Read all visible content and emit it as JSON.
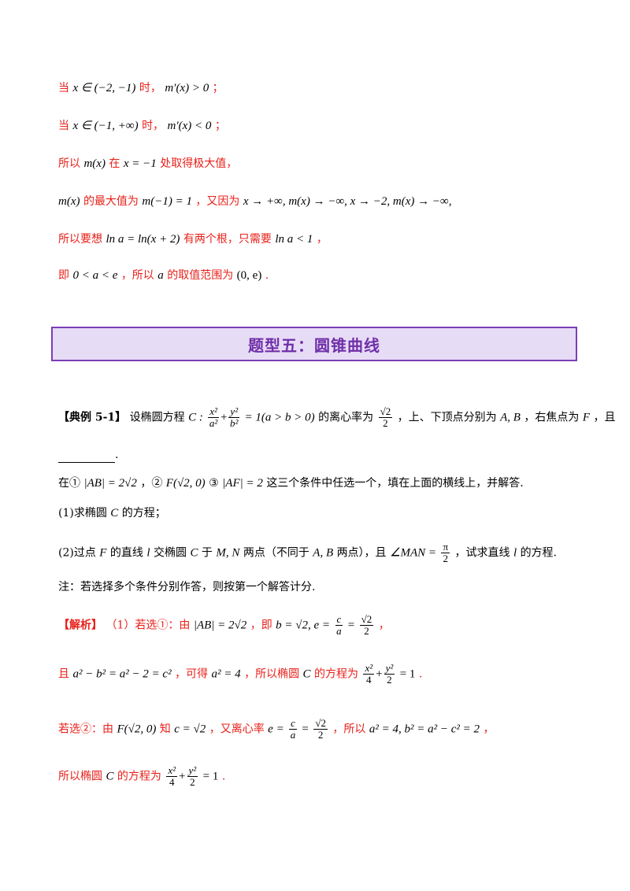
{
  "lines": {
    "l1": {
      "a": "当",
      "m1": "x ∈ (−2, −1)",
      "b": "时，",
      "m2": "m′(x) > 0",
      "c": "；"
    },
    "l2": {
      "a": "当",
      "m1": "x ∈ (−1, +∞)",
      "b": "时，",
      "m2": "m′(x) < 0",
      "c": "；"
    },
    "l3": {
      "a": "所以",
      "m1": "m(x)",
      "b": "在",
      "m2": "x = −1",
      "c": "处取得极大值，"
    },
    "l4": {
      "m1": "m(x)",
      "a": "的最大值为",
      "m2": "m(−1) = 1",
      "b": "，又因为",
      "m3": "x → +∞, m(x) → −∞, x → −2, m(x) → −∞,"
    },
    "l5": {
      "a": "所以要想",
      "m1": "ln a = ln(x + 2)",
      "b": "有两个根，只需要",
      "m2": "ln a < 1",
      "c": "，"
    },
    "l6": {
      "a": "即",
      "m1": "0 < a < e",
      "b": "，所以",
      "m2": "a",
      "c": "的取值范围为",
      "m3": "(0, e)",
      "d": "."
    }
  },
  "section_title": "题型五：圆锥曲线",
  "example": {
    "label": "【典例 5-1】",
    "t1": "设椭圆方程",
    "eq_pre": "C :",
    "eq_post": "= 1(a > b > 0)",
    "t2": "的离心率为",
    "t3": "，上、下顶点分别为",
    "ab": "A, B",
    "t4": "，右焦点为",
    "f": "F",
    "t5": "，且",
    "blank_end": ".",
    "cond_pre": "在①",
    "cond1": "|AB| = 2√2",
    "cond_mid1": "，②",
    "cond2": "F(√2, 0)",
    "cond_mid2": "③",
    "cond3": "|AF| = 2",
    "cond_post": "这三个条件中任选一个，填在上面的横线上，并解答.",
    "q1a": "(1)求椭圆",
    "q1c": "C",
    "q1b": "的方程；",
    "q2a": "(2)过点",
    "q2f": "F",
    "q2b": "的直线",
    "q2l": "l",
    "q2c": "交椭圆",
    "q2C": "C",
    "q2d": "于",
    "q2mn": "M, N",
    "q2e": "两点（不同于",
    "q2ab": "A, B",
    "q2g": "两点），且",
    "q2ang": "∠MAN =",
    "q2h": "，试求直线",
    "q2l2": "l",
    "q2i": "的方程.",
    "note": "注：若选择多个条件分别作答，则按第一个解答计分."
  },
  "solution": {
    "label": "【解析】",
    "s1a": "（1）若选①：由",
    "s1m1": "|AB| = 2√2",
    "s1b": "，即",
    "s1m2": "b = √2, e =",
    "s1m3": "=",
    "s1c": "，",
    "s2a": "且",
    "s2m1": "a² − b² = a² − 2 = c²",
    "s2b": "，可得",
    "s2m2": "a² = 4",
    "s2c": "，所以椭圆",
    "s2C": "C",
    "s2d": "的方程为",
    "s2m3": "= 1",
    "s2e": ".",
    "s3a": "若选②：由",
    "s3m1": "F(√2, 0)",
    "s3b": "知",
    "s3m2": "c = √2",
    "s3c": "，又离心率",
    "s3m3": "e =",
    "s3m4": "=",
    "s3d": "，所以",
    "s3m5": "a² = 4, b² = a² − c² = 2",
    "s3e": "，",
    "s4a": "所以椭圆",
    "s4C": "C",
    "s4b": "的方程为",
    "s4m": "= 1",
    "s4c": "."
  },
  "fracs": {
    "x2": "x²",
    "a2": "a²",
    "y2": "y²",
    "b2": "b²",
    "r2": "√2",
    "two": "2",
    "four": "4",
    "pi": "π",
    "c": "c",
    "a": "a"
  }
}
